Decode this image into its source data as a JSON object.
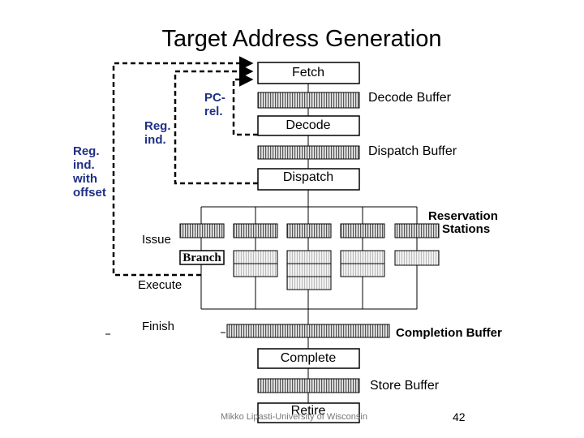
{
  "title": "Target Address Generation",
  "stages": {
    "fetch": "Fetch",
    "decode": "Decode",
    "dispatch": "Dispatch",
    "complete": "Complete",
    "retire": "Retire"
  },
  "buffers": {
    "decode": "Decode Buffer",
    "dispatch": "Dispatch Buffer",
    "reservation_line1": "Reservation",
    "reservation_line2": "Stations",
    "completion": "Completion Buffer",
    "store": "Store Buffer"
  },
  "phases": {
    "issue": "Issue",
    "execute": "Execute",
    "finish": "Finish"
  },
  "unit": "Branch",
  "paths": {
    "pc_rel": [
      "PC-",
      "rel."
    ],
    "reg_ind": [
      "Reg.",
      "ind."
    ],
    "reg_ind_offset": [
      "Reg.",
      "ind.",
      "with",
      "offset"
    ]
  },
  "colors": {
    "path_label": "#1f2f86"
  },
  "footer": "Mikko Lipasti-University of Wisconsin",
  "page": "42"
}
